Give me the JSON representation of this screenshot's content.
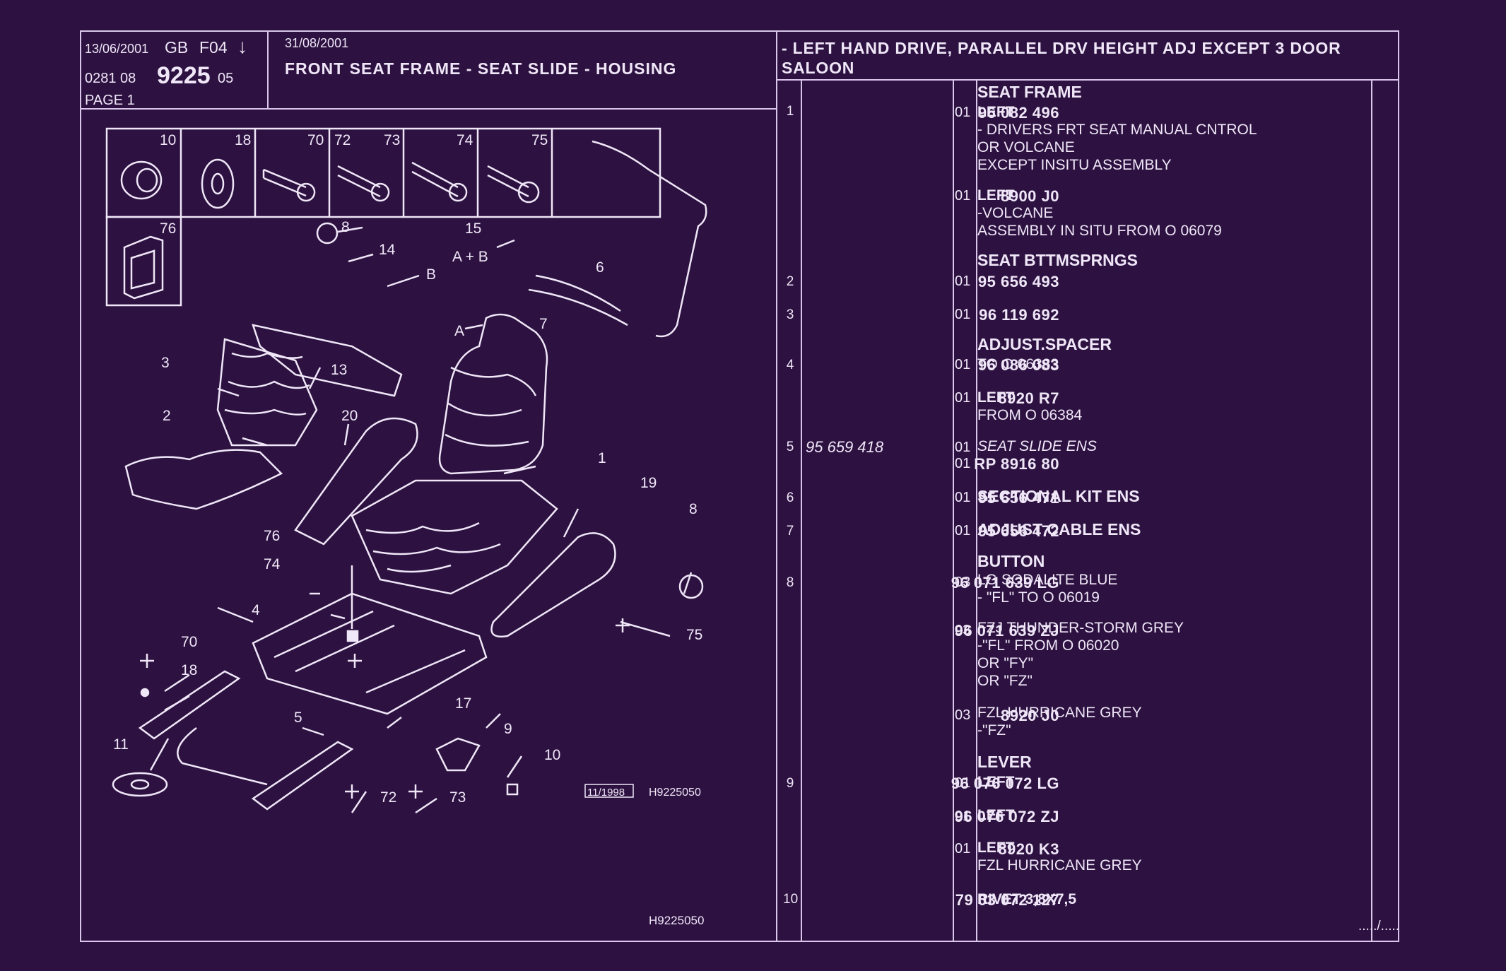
{
  "header": {
    "date1": "13/06/2001",
    "country": "GB",
    "code": "F04",
    "arrow": "↓",
    "ref_prefix": "0281 08",
    "ref_main": "9225",
    "ref_suffix": "05",
    "page": "PAGE 1",
    "date2": "31/08/2001",
    "title": "FRONT SEAT FRAME - SEAT SLIDE - HOUSING",
    "scope_line1": "- LEFT HAND DRIVE, PARALLEL DRV HEIGHT ADJ EXCEPT 3 DOOR",
    "scope_line2": "SALOON"
  },
  "diagram": {
    "box_labels": [
      "10",
      "18",
      "70",
      "72",
      "73",
      "74",
      "75",
      "76"
    ],
    "callouts": [
      "8",
      "14",
      "15",
      "A + B",
      "6",
      "B",
      "A",
      "7",
      "3",
      "13",
      "2",
      "20",
      "1",
      "19",
      "8",
      "76",
      "74",
      "4",
      "75",
      "70",
      "18",
      "11",
      "5",
      "17",
      "9",
      "10",
      "72",
      "73"
    ],
    "stamp": "11/1998",
    "code_a": "H9225050",
    "code_b": "H9225050"
  },
  "parts": [
    {
      "idx": "1",
      "ref": "96 082 496",
      "qty": "01",
      "lines": [
        "LEFT",
        "-      DRIVERS FRT SEAT MANUAL CNTROL",
        "OR VOLCANE",
        "       EXCEPT INSITU ASSEMBLY"
      ],
      "heading": "SEAT FRAME"
    },
    {
      "idx": "",
      "ref": "8900 J0",
      "qty": "01",
      "lines": [
        "LEFT",
        "-VOLCANE",
        "ASSEMBLY IN SITU FROM  O  06079"
      ],
      "heading": ""
    },
    {
      "idx": "2",
      "ref": "95 656 493",
      "qty": "01",
      "lines": [],
      "heading": "SEAT BTTMSPRNGS"
    },
    {
      "idx": "3",
      "ref": "96 119 692",
      "qty": "01",
      "lines": [],
      "heading": ""
    },
    {
      "idx": "4",
      "ref": "96 086 083",
      "qty": "01",
      "lines": [
        "TO  O  06383"
      ],
      "heading": "ADJUST.SPACER"
    },
    {
      "idx": "",
      "ref": "8920 R7",
      "qty": "01",
      "lines": [
        "LEFT",
        "FROM  O  06384"
      ],
      "heading": ""
    },
    {
      "idx": "5",
      "ref": "95 659 418",
      "qty": "01",
      "lines": [
        "SEAT SLIDE ENS"
      ],
      "heading": "",
      "ref2": "RP  8916 80",
      "qty2": "01"
    },
    {
      "idx": "6",
      "ref": "95 656 471",
      "qty": "01",
      "lines": [
        "SECTIONAL KIT ENS"
      ],
      "heading": ""
    },
    {
      "idx": "7",
      "ref": "95 656 472",
      "qty": "01",
      "lines": [
        "ADJUST CABLE ENS"
      ],
      "heading": ""
    },
    {
      "idx": "8",
      "ref": "96 071 639 LG",
      "qty": "03",
      "lines": [
        "LG SODALITE BLUE",
        "-      \"FL\" TO  O  06019"
      ],
      "heading": "BUTTON"
    },
    {
      "idx": "",
      "ref": "96 071 639 ZJ",
      "qty": "03",
      "lines": [
        "FZJ THUNDER-STORM GREY",
        "-\"FL\" FROM  O  06020",
        "OR \"FY\"",
        "OR \"FZ\""
      ],
      "heading": ""
    },
    {
      "idx": "",
      "ref": "8920 J0",
      "qty": "03",
      "lines": [
        "FZL HURRICANE GREY",
        "-\"FZ\""
      ],
      "heading": ""
    },
    {
      "idx": "9",
      "ref": "96 076 072 LG",
      "qty": "01",
      "lines": [
        "LEFT"
      ],
      "heading": "LEVER"
    },
    {
      "idx": "",
      "ref": "96 076 072 ZJ",
      "qty": "01",
      "lines": [
        "LEFT"
      ],
      "heading": ""
    },
    {
      "idx": "",
      "ref": "8920 K3",
      "qty": "01",
      "lines": [
        "LEFT",
        "FZL HURRICANE GREY"
      ],
      "heading": ""
    },
    {
      "idx": "10",
      "ref": "79 03 072 127",
      "qty": "",
      "lines": [
        "RIVET  3,8X7,5"
      ],
      "heading": ""
    }
  ],
  "footer": {
    "continue": "...../....."
  }
}
